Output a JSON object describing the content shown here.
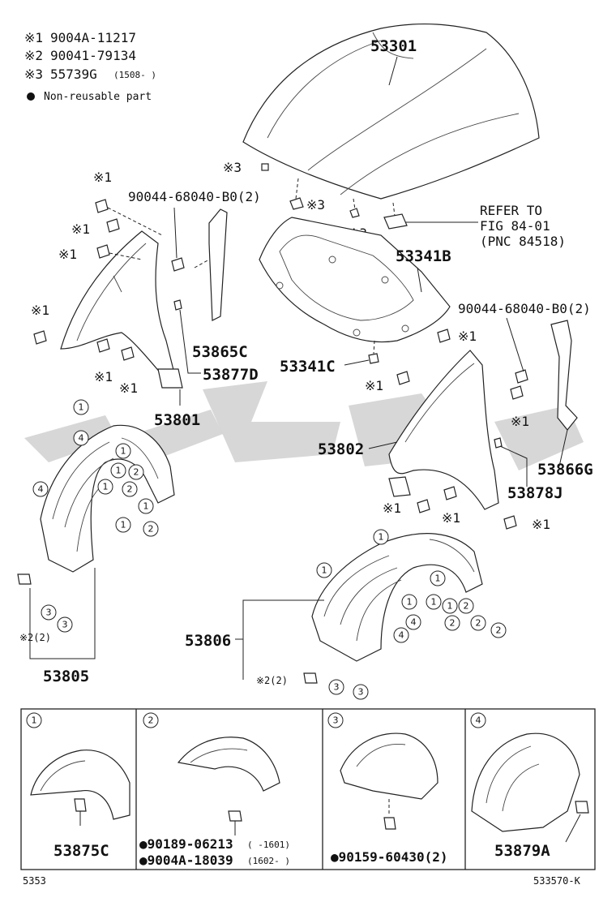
{
  "notes": [
    {
      "mark": "※1",
      "code": "9004A-11217",
      "range": ""
    },
    {
      "mark": "※2",
      "code": "90041-79134",
      "range": ""
    },
    {
      "mark": "※3",
      "code": "55739G",
      "range": "(1508-    )"
    }
  ],
  "legend": {
    "bullet": "●",
    "text": "Non-reusable part"
  },
  "mark1": "※1",
  "mark2": "※2",
  "mark3": "※3",
  "callouts": {
    "hood": "53301",
    "hood_insulator": "53341B",
    "insulator_clip": "53341C",
    "bolt_left": "90044-68040-B0(2)",
    "bolt_right": "90044-68040-B0(2)",
    "seal_left_c": "53865C",
    "seal_left_d": "53877D",
    "fender_left": "53801",
    "fender_right": "53802",
    "seal_right_g": "53866G",
    "seal_right_j": "53878J",
    "liner_left": "53805",
    "liner_right": "53806",
    "clip_qty_left": "※2(2)",
    "clip_qty_right": "※2(2)"
  },
  "refer": {
    "line1": "REFER TO",
    "line2": "FIG 84-01",
    "line3": "(PNC 84518)"
  },
  "circle_nums": [
    "1",
    "2",
    "3",
    "4"
  ],
  "details": [
    {
      "num": "1",
      "parts": [
        "53875C"
      ]
    },
    {
      "num": "2",
      "parts": [
        "●90189-06213",
        "●9004A-18039"
      ],
      "ranges": [
        "(    -1601)",
        "(1602-    )"
      ]
    },
    {
      "num": "3",
      "parts": [
        "●90159-60430(2)"
      ]
    },
    {
      "num": "4",
      "parts": [
        "53879A"
      ]
    }
  ],
  "footer": {
    "left": "5353",
    "right": "533570-K"
  }
}
